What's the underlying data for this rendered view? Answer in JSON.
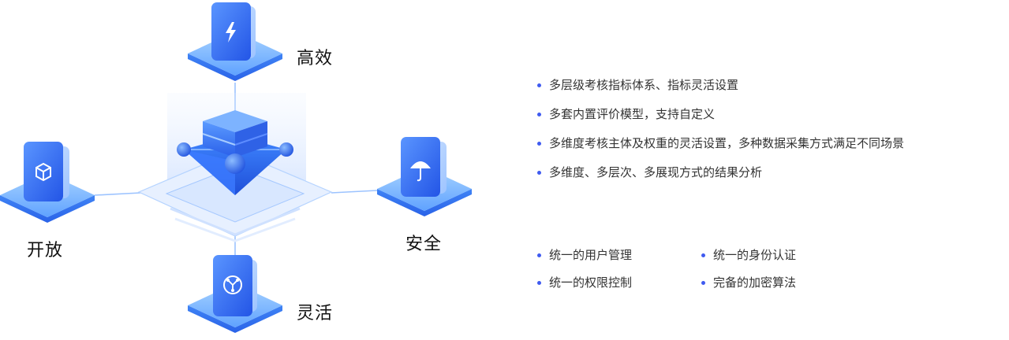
{
  "nodes": {
    "top": {
      "label": "高效",
      "icon": "lightning-icon"
    },
    "left": {
      "label": "开放",
      "icon": "cube-icon"
    },
    "right": {
      "label": "安全",
      "icon": "umbrella-icon"
    },
    "bottom": {
      "label": "灵活",
      "icon": "share-icon"
    }
  },
  "features": [
    "多层级考核指标体系、指标灵活设置",
    "多套内置评价模型，支持自定义",
    "多维度考核主体及权重的灵活设置，多种数据采集方式满足不同场景",
    "多维度、多层次、多展现方式的结果分析"
  ],
  "capabilities": {
    "left": [
      "统一的用户管理",
      "统一的权限控制"
    ],
    "right": [
      "统一的身份认证",
      "完备的加密算法"
    ]
  },
  "colors": {
    "primary": "#2f6af5",
    "light": "#8fc3ff",
    "bullet": "#3f5bf0"
  }
}
